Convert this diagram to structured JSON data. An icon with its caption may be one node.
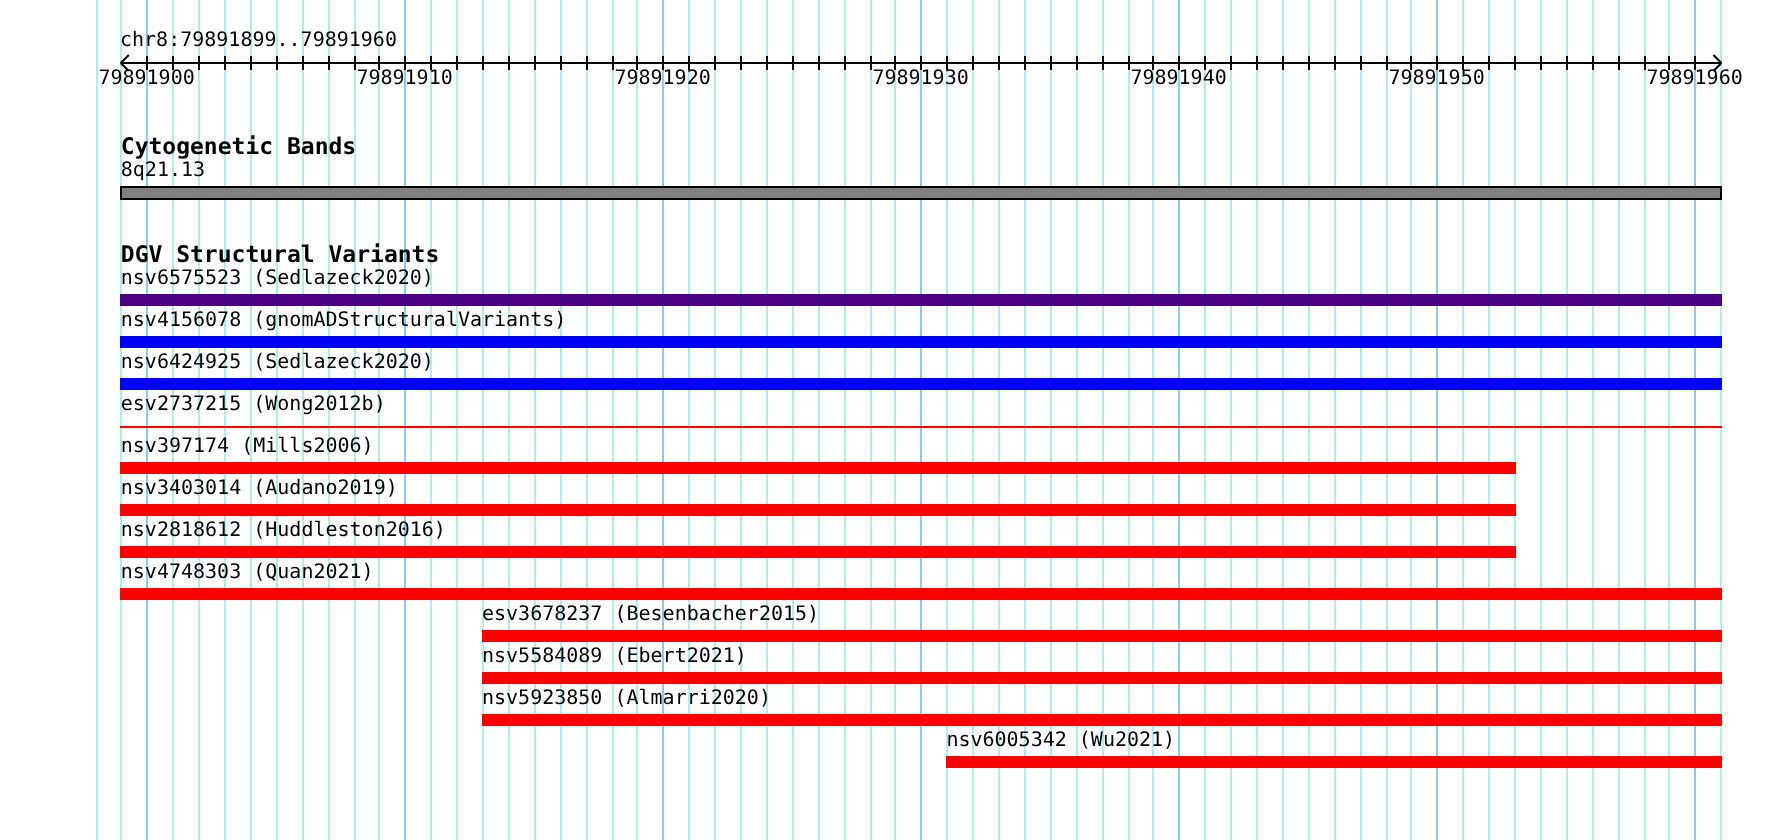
{
  "diagram": {
    "nodes": [
      {
        "text": [
          "Cytogenetic Bands"
        ]
      },
      {
        "text": [
          "8q21.13"
        ],
        "in": 0
      },
      {
        "text": [
          "DGV Structural Variants"
        ]
      },
      {
        "text": [
          "nsv6575523 (Sedlazeck2020)"
        ],
        "in": 2
      },
      {
        "text": [
          "nsv4156078 (gnomADStructuralVariants)"
        ],
        "in": 2
      },
      {
        "text": [
          "nsv6424925 (Sedlazeck2020)"
        ],
        "in": 2
      },
      {
        "text": [
          "esv2737215 (Wong2012b)"
        ],
        "in": 2
      },
      {
        "text": [
          "nsv397174 (Mills2006)"
        ],
        "in": 2
      },
      {
        "text": [
          "nsv3403014 (Audano2019)"
        ],
        "in": 2
      },
      {
        "text": [
          "nsv2818612 (Huddleston2016)"
        ],
        "in": 2
      },
      {
        "text": [
          "nsv4748303 (Quan2021)"
        ],
        "in": 2
      },
      {
        "text": [
          "esv3678237 (Besenbacher2015)"
        ],
        "in": 2
      },
      {
        "text": [
          "nsv5584089 (Ebert2021)"
        ],
        "in": 2
      },
      {
        "text": [
          "nsv5923850 (Almarri2020)"
        ],
        "in": 2
      },
      {
        "text": [
          "nsv6005342 (Wu2021)"
        ],
        "in": 2
      }
    ],
    "labels": [
      "chr8:79891899..79891960",
      "79891900",
      "79891910",
      "79891920",
      "79891930",
      "79891940",
      "79891950",
      "79891960"
    ]
  }
}
